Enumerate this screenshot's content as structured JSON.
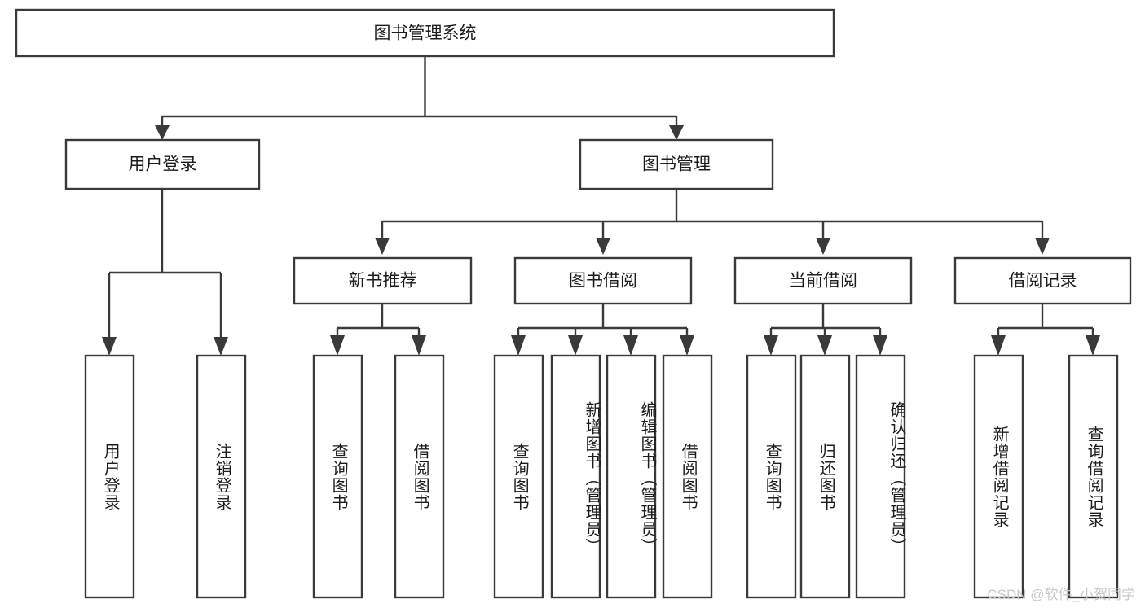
{
  "diagram": {
    "type": "tree",
    "title": "图书管理系统",
    "root": {
      "id": "root",
      "label": "图书管理系统",
      "orientation": "horizontal"
    },
    "level2": [
      {
        "id": "user-login",
        "label": "用户登录",
        "orientation": "horizontal"
      },
      {
        "id": "book-manage",
        "label": "图书管理",
        "orientation": "horizontal"
      }
    ],
    "level3": [
      {
        "id": "new-book-recommend",
        "label": "新书推荐",
        "orientation": "horizontal",
        "parent": "book-manage"
      },
      {
        "id": "book-borrow",
        "label": "图书借阅",
        "orientation": "horizontal",
        "parent": "book-manage"
      },
      {
        "id": "current-borrow",
        "label": "当前借阅",
        "orientation": "horizontal",
        "parent": "book-manage"
      },
      {
        "id": "borrow-record",
        "label": "借阅记录",
        "orientation": "horizontal",
        "parent": "book-manage"
      }
    ],
    "leaves": {
      "user-login": [
        {
          "id": "leaf-user-login",
          "label": "用户登录",
          "orientation": "vertical"
        },
        {
          "id": "leaf-logout",
          "label": "注销登录",
          "orientation": "vertical"
        }
      ],
      "new-book-recommend": [
        {
          "id": "leaf-query-book-1",
          "label": "查询图书",
          "orientation": "vertical"
        },
        {
          "id": "leaf-borrow-book-1",
          "label": "借阅图书",
          "orientation": "vertical"
        }
      ],
      "book-borrow": [
        {
          "id": "leaf-query-book-2",
          "label": "查询图书",
          "orientation": "vertical"
        },
        {
          "id": "leaf-add-book",
          "label": "新增图书（管理员）",
          "orientation": "vertical"
        },
        {
          "id": "leaf-edit-book",
          "label": "编辑图书（管理员）",
          "orientation": "vertical"
        },
        {
          "id": "leaf-borrow-book-2",
          "label": "借阅图书",
          "orientation": "vertical"
        }
      ],
      "current-borrow": [
        {
          "id": "leaf-query-book-3",
          "label": "查询图书",
          "orientation": "vertical"
        },
        {
          "id": "leaf-return-book",
          "label": "归还图书",
          "orientation": "vertical"
        },
        {
          "id": "leaf-confirm-return",
          "label": "确认归还（管理员）",
          "orientation": "vertical"
        }
      ],
      "borrow-record": [
        {
          "id": "leaf-add-record",
          "label": "新增借阅记录",
          "orientation": "vertical"
        },
        {
          "id": "leaf-query-record",
          "label": "查询借阅记录",
          "orientation": "vertical"
        }
      ]
    }
  },
  "watermark": {
    "text": "CSDN @软件_小贺同学"
  },
  "colors": {
    "stroke": "#3a3a3a",
    "text": "#1c1c1c",
    "background": "#ffffff",
    "watermark": "#c9c9c9"
  }
}
